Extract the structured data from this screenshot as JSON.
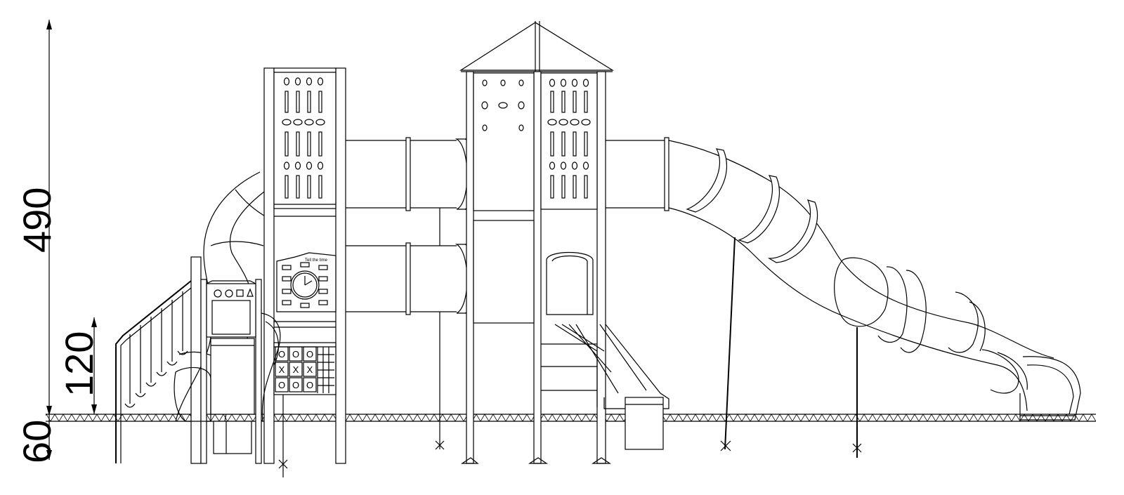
{
  "dimensions": {
    "overall_height": "490",
    "platform_height": "120",
    "foundation_depth": "60"
  },
  "panels": {
    "clock_title": "Tell the time",
    "game_marks": [
      "O",
      "O",
      "O",
      "X",
      "X",
      "X",
      "O",
      "O",
      "O"
    ]
  }
}
